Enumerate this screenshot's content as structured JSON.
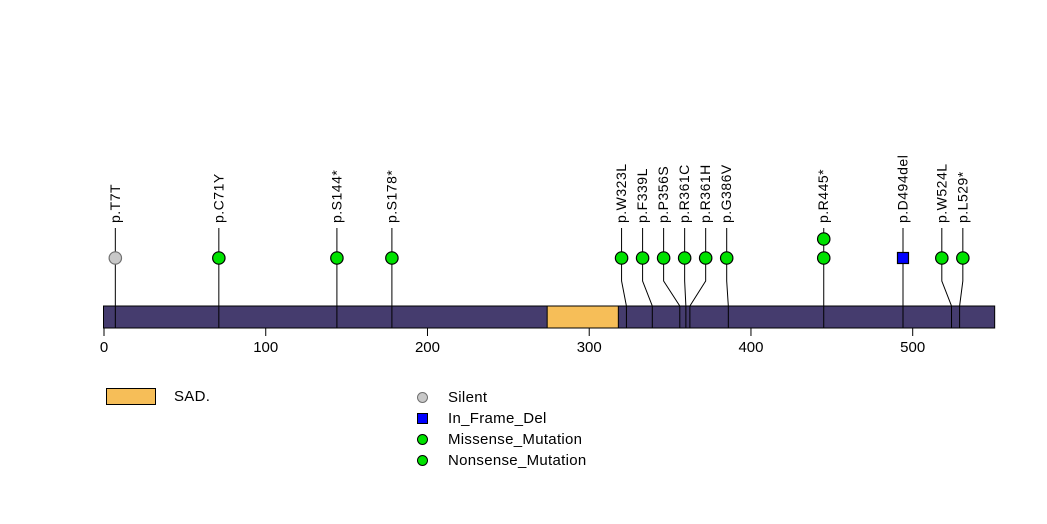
{
  "chart_data": {
    "type": "lollipop",
    "title": "",
    "protein": {
      "length_aa": 551,
      "bar_color": "#453C6E",
      "bar_border_color": "#000000",
      "domains": [
        {
          "name": "SAD.",
          "start": 274,
          "end": 318,
          "color": "#F6BE58"
        }
      ]
    },
    "xaxis": {
      "ticks": [
        0,
        100,
        200,
        300,
        400,
        500
      ],
      "min": 0
    },
    "mutation_types": {
      "Silent": {
        "shape": "circle",
        "color": "#C8C8C8",
        "border": "#707070"
      },
      "In_Frame_Del": {
        "shape": "square",
        "color": "#0000FF",
        "border": "#000000"
      },
      "Missense_Mutation": {
        "shape": "circle",
        "color": "#00E200",
        "border": "#000000"
      },
      "Nonsense_Mutation": {
        "shape": "circle",
        "color": "#00E200",
        "border": "#000000"
      }
    },
    "mutations": [
      {
        "label": "p.T7T",
        "residue": 7,
        "label_pos": 7,
        "type": "Silent",
        "count": 1
      },
      {
        "label": "p.C71Y",
        "residue": 71,
        "label_pos": 71,
        "type": "Missense_Mutation",
        "count": 1
      },
      {
        "label": "p.S144*",
        "residue": 144,
        "label_pos": 144,
        "type": "Nonsense_Mutation",
        "count": 1
      },
      {
        "label": "p.S178*",
        "residue": 178,
        "label_pos": 178,
        "type": "Nonsense_Mutation",
        "count": 1
      },
      {
        "label": "p.W323L",
        "residue": 323,
        "label_pos": 320,
        "type": "Missense_Mutation",
        "count": 1
      },
      {
        "label": "p.F339L",
        "residue": 339,
        "label_pos": 333,
        "type": "Missense_Mutation",
        "count": 1
      },
      {
        "label": "p.P356S",
        "residue": 356,
        "label_pos": 346,
        "type": "Missense_Mutation",
        "count": 1
      },
      {
        "label": "p.R361C",
        "residue": 361,
        "label_pos": 359,
        "type": "Missense_Mutation",
        "count": 1
      },
      {
        "label": "p.R361H",
        "residue": 361,
        "label_pos": 372,
        "type": "Missense_Mutation",
        "count": 1
      },
      {
        "label": "p.G386V",
        "residue": 386,
        "label_pos": 385,
        "type": "Missense_Mutation",
        "count": 1
      },
      {
        "label": "p.R445*",
        "residue": 445,
        "label_pos": 445,
        "type": "Nonsense_Mutation",
        "count": 2
      },
      {
        "label": "p.D494del",
        "residue": 494,
        "label_pos": 494,
        "type": "In_Frame_Del",
        "count": 1
      },
      {
        "label": "p.W524L",
        "residue": 524,
        "label_pos": 518,
        "type": "Missense_Mutation",
        "count": 1
      },
      {
        "label": "p.L529*",
        "residue": 529,
        "label_pos": 531,
        "type": "Nonsense_Mutation",
        "count": 1
      }
    ],
    "legend": {
      "domain_items": [
        {
          "label": "SAD.",
          "color": "#F6BE58"
        }
      ],
      "mutation_items": [
        {
          "label": "Silent",
          "shape": "circle",
          "color": "#C8C8C8",
          "border": "#707070"
        },
        {
          "label": "In_Frame_Del",
          "shape": "square",
          "color": "#0000FF",
          "border": "#000000"
        },
        {
          "label": "Missense_Mutation",
          "shape": "circle",
          "color": "#00E200",
          "border": "#000000"
        },
        {
          "label": "Nonsense_Mutation",
          "shape": "circle",
          "color": "#00E200",
          "border": "#000000"
        }
      ]
    }
  }
}
